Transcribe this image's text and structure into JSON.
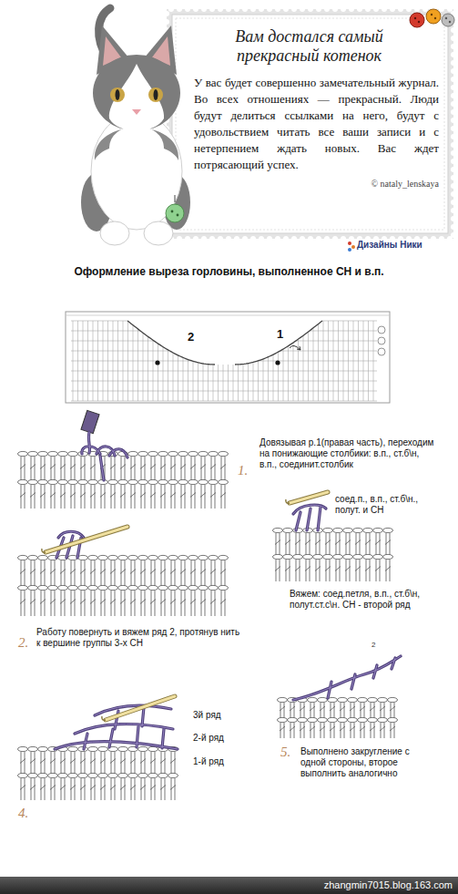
{
  "diagram": {
    "title": "Оформление выреза горловины, выполненное СН и в.п.",
    "nodes": [
      {
        "text": [
          "Вам достался самый прекрасный котенок",
          "У вас будет совершенно замечательный журнал. Во всех отношениях — прекрасный. Люди будут делиться ссылками на него, будут с удовольствием читать все ваши записи и с нетерпением ждать новых. Вас ждет потрясающий успех.",
          "© nataly_lenskaya"
        ]
      },
      {
        "text": [
          "zhangmin7015.blog.163.com"
        ]
      }
    ],
    "labels": [
      "Дизайны Ники",
      "2",
      "1",
      "Довязывая р.1(правая часть), переходим на понижающие столбики: в.п., ст.б\\н, в.п., соединит.столбик",
      "1.",
      "соед.п., в.п., ст.б\\н., полут. и СН",
      "Вяжем: соед.петля, в.п., ст.б\\н, полут.ст.с\\н. СН - второй ряд",
      "Работу повернуть и вяжем ряд 2, протянув нить к вершине группы 3-х СН",
      "2.",
      "2",
      "3й ряд",
      "2-й ряд",
      "1-й ряд",
      "Выполнено закругление с одной стороны, второе выполнить аналогично",
      "5.",
      "4."
    ]
  }
}
